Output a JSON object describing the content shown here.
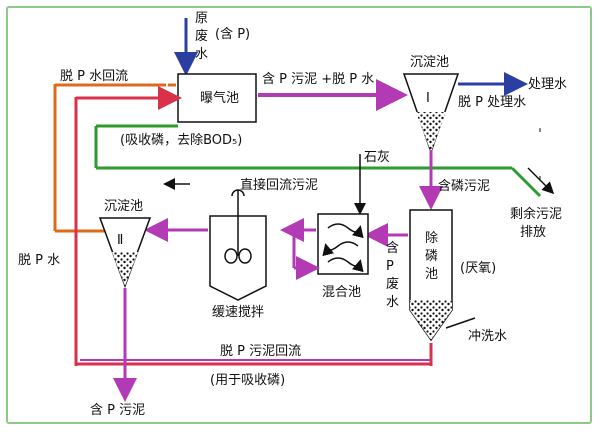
{
  "feed": {
    "line1": "原",
    "line2": "废",
    "line3": "水",
    "note": "(含 P)"
  },
  "aeration": {
    "label": "曝气池",
    "note": "(吸收磷，去除BOD₅)"
  },
  "top_left_return": "脱 P 水回流",
  "mid_flow_label": "含 P 污泥 +脱 P 水",
  "clarifier1": {
    "title": "沉淀池",
    "numeral": "Ⅰ",
    "effluent": "处理水",
    "effluent2": "脱 P 处理水"
  },
  "lime": "石灰",
  "phos_sludge": "含磷污泥",
  "excess_sludge": {
    "line1": "剩余污泥",
    "line2": "排放"
  },
  "direct_return": "直接回流污泥",
  "clarifier2": {
    "title": "沉淀池",
    "numeral": "Ⅱ",
    "left_label": "脱 P 水",
    "bottom_label": "含 P 污泥"
  },
  "mixer": {
    "label": "缓速搅拌"
  },
  "mix_tank": {
    "label": "混合池"
  },
  "stripper": {
    "line1": "除",
    "line2": "磷",
    "line3": "池",
    "side": "(厌氧)",
    "wash": "冲洗水"
  },
  "p_waste": {
    "line1": "含",
    "line2": "P",
    "line3": "废",
    "line4": "水"
  },
  "bottom_return": {
    "line1": "脱 P 污泥回流",
    "line2": "(用于吸收磷)"
  },
  "colors": {
    "blue": "#2b3fa0",
    "magenta": "#b23ab4",
    "red": "#d8324a",
    "green": "#2e9b2e",
    "orange": "#e06a1c",
    "dark": "#111111"
  }
}
